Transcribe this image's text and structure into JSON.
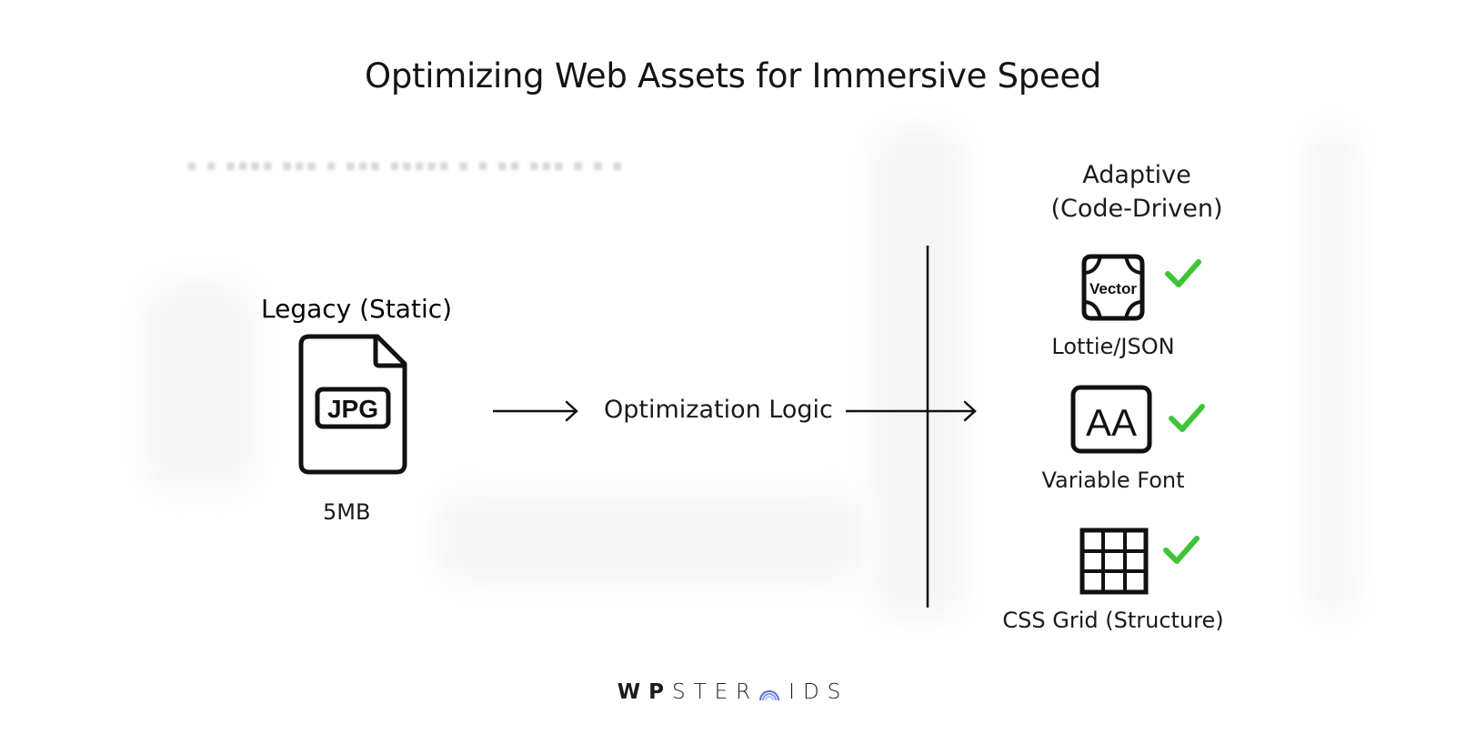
{
  "title": "Optimizing Web Assets for Immersive Speed",
  "legacy": {
    "label": "Legacy (Static)",
    "file_type": "JPG",
    "size": "5MB"
  },
  "process": {
    "label": "Optimization Logic"
  },
  "adaptive": {
    "heading_line1": "Adaptive",
    "heading_line2": "(Code-Driven)",
    "items": [
      {
        "icon": "vector-icon",
        "icon_text": "Vector",
        "label": "Lottie/JSON",
        "status": "check-icon"
      },
      {
        "icon": "font-icon",
        "icon_text": "AA",
        "label": "Variable Font",
        "status": "check-icon"
      },
      {
        "icon": "grid-icon",
        "icon_text": "",
        "label": "CSS Grid (Structure)",
        "status": "check-icon"
      }
    ]
  },
  "brand": {
    "bold_part": "WP",
    "light_part_1": "STER",
    "light_part_2": "IDS",
    "logo_name": "wpsteroids-logo"
  },
  "colors": {
    "check": "#3ec436",
    "ink": "#111111",
    "logo_arc": "#5b6bd8"
  }
}
